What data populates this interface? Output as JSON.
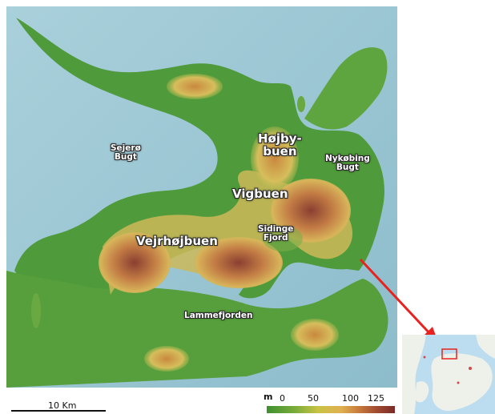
{
  "map": {
    "labels": {
      "hojbybuen_line1": "Højby-",
      "hojbybuen_line2": "buen",
      "sejero_line1": "Sejerø",
      "sejero_line2": "Bugt",
      "nykobing_line1": "Nykøbing",
      "nykobing_line2": "Bugt",
      "vigbuen": "Vigbuen",
      "sidinge_line1": "Sidinge",
      "sidinge_line2": "Fjord",
      "vejrhojbuen": "Vejrhøjbuen",
      "lammefjorden": "Lammefjorden"
    },
    "colors": {
      "sea": "#9fc8d4",
      "lowland": "#4f9a3a",
      "midland": "#cdb85a",
      "highland": "#a2523a",
      "arrow": "#e8231f"
    }
  },
  "scale": {
    "label": "10 Km"
  },
  "legend": {
    "unit": "m",
    "ticks": [
      "0",
      "50",
      "100",
      "125"
    ]
  },
  "inset": {
    "icon": "locator-map-icon"
  }
}
